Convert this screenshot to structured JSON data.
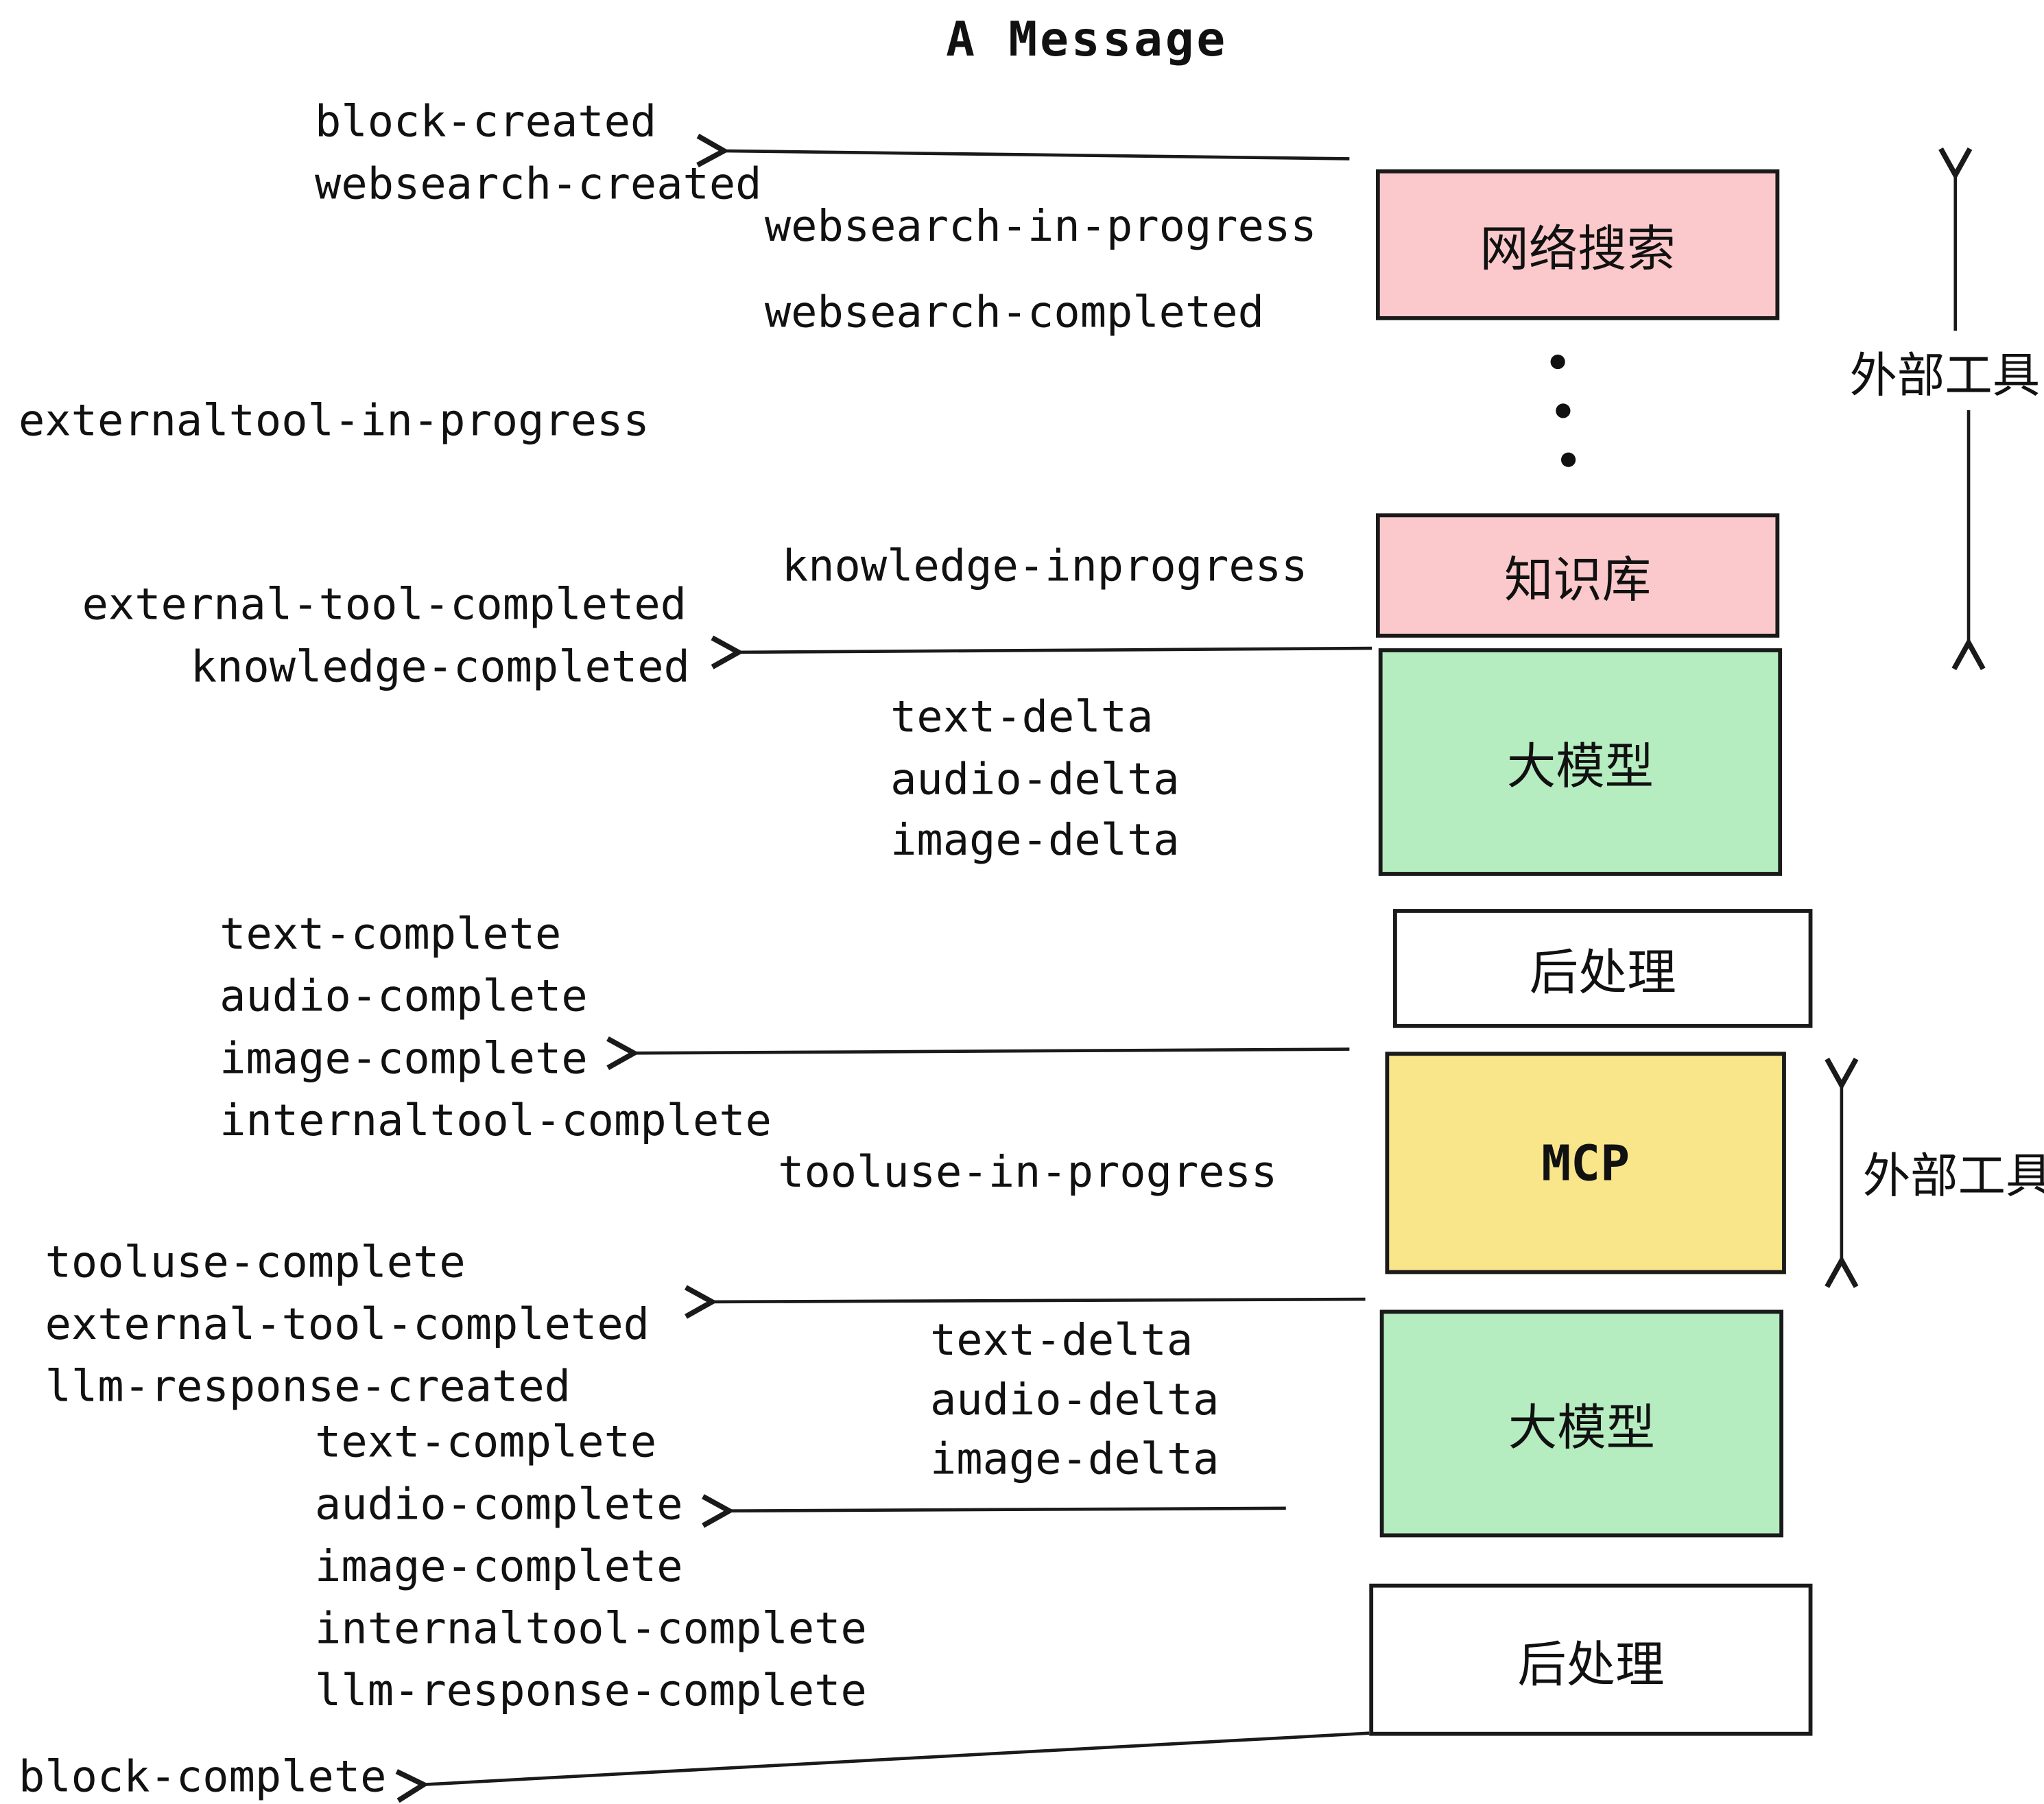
{
  "title": "A Message",
  "boxes": {
    "websearch": {
      "label": "网络搜索",
      "color": "#fbc9cb"
    },
    "knowledge": {
      "label": "知识库",
      "color": "#fbc9cb"
    },
    "llm_top": {
      "label": "大模型",
      "color": "#b5ecc0"
    },
    "post_top": {
      "label": "后处理",
      "color": "#ffffff"
    },
    "mcp": {
      "label": "MCP",
      "color": "#f9e58a"
    },
    "llm_bottom": {
      "label": "大模型",
      "color": "#b5ecc0"
    },
    "post_bottom": {
      "label": "后处理",
      "color": "#ffffff"
    }
  },
  "side": {
    "external_tools_top": "外部工具",
    "external_tools_bottom": "外部工具"
  },
  "events": {
    "block_created": "block-created",
    "websearch_created": "websearch-created",
    "websearch_in_progress": "websearch-in-progress",
    "websearch_completed": "websearch-completed",
    "externaltool_in_progress": "externaltool-in-progress",
    "knowledge_inprogress": "knowledge-inprogress",
    "external_tool_completed_1": "external-tool-completed",
    "knowledge_completed": "knowledge-completed",
    "text_delta_1": "text-delta",
    "audio_delta_1": "audio-delta",
    "image_delta_1": "image-delta",
    "text_complete_1": "text-complete",
    "audio_complete_1": "audio-complete",
    "image_complete_1": "image-complete",
    "internaltool_complete_1": "internaltool-complete",
    "tooluse_in_progress": "tooluse-in-progress",
    "tooluse_complete": "tooluse-complete",
    "external_tool_completed_2": "external-tool-completed",
    "llm_response_created": "llm-response-created",
    "text_complete_2": "text-complete",
    "audio_complete_2": "audio-complete",
    "image_complete_2": "image-complete",
    "internaltool_complete_2": "internaltool-complete",
    "llm_response_complete": "llm-response-complete",
    "block_complete": "block-complete"
  },
  "colors": {
    "pink": "#fbc9cb",
    "green": "#b5ecc0",
    "yellow": "#f9e58a",
    "white": "#ffffff",
    "line": "#1a1a1a"
  }
}
